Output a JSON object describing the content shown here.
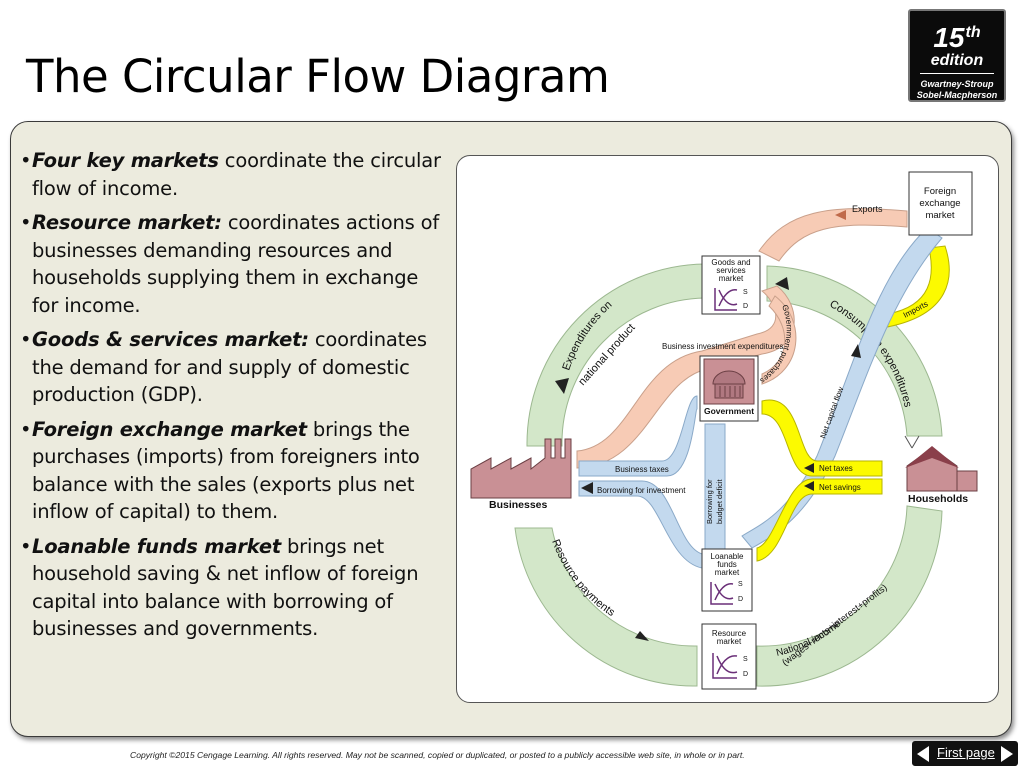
{
  "slide": {
    "title": "The Circular Flow Diagram"
  },
  "badge": {
    "edition_number": "15",
    "edition_suffix": "th",
    "edition_word": "edition",
    "authors_line1": "Gwartney-Stroup",
    "authors_line2": "Sobel-Macpherson"
  },
  "bullets": [
    {
      "term": "Four key markets",
      "rest": " coordinate the circular flow of income."
    },
    {
      "term": "Resource market:",
      "rest": " coordinates actions of businesses demanding resources and households supplying them in exchange for income."
    },
    {
      "term": "Goods & services market:",
      "rest": " coordinates the demand for and supply of domestic production (GDP)."
    },
    {
      "term": "Foreign exchange market",
      "rest": " brings the purchases (imports) from foreigners into balance with the sales (exports plus net inflow of capital) to them."
    },
    {
      "term": "Loanable funds market",
      "rest": " brings net household saving & net inflow of foreign capital into balance with borrowing of businesses and governments."
    }
  ],
  "diagram": {
    "nodes": {
      "goods_market": [
        "Goods and",
        "services",
        "market"
      ],
      "foreign_exchange": [
        "Foreign",
        "exchange",
        "market"
      ],
      "government": "Government",
      "businesses": "Businesses",
      "households": "Households",
      "loanable_funds": [
        "Loanable",
        "funds",
        "market"
      ],
      "resource_market": [
        "Resource",
        "market"
      ],
      "supply_mark": "S",
      "demand_mark": "D"
    },
    "flows": {
      "exports": "Exports",
      "imports": "Imports",
      "expenditures_1": "Expenditures on",
      "expenditures_2": "national product",
      "consumption": "Consumption expenditures",
      "business_investment": "Business investment expenditures",
      "government_purchases": "Government purchases",
      "business_taxes": "Business taxes",
      "borrowing_investment": "Borrowing for investment",
      "borrowing_budget_1": "Borrowing for",
      "borrowing_budget_2": "budget deficit",
      "net_capital_flow": "Net capital flow",
      "net_taxes": "Net taxes",
      "net_savings": "Net savings",
      "resource_payments": "Resource payments",
      "national_income_1": "National income",
      "national_income_2": "(wages+rents+interest+profits)"
    },
    "colors": {
      "green": "#d3e7c9",
      "salmon": "#f7cbb5",
      "blue": "#c3d9ee",
      "yellow": "#fcfa00",
      "building": "#c99095"
    }
  },
  "footer": {
    "copyright": "Copyright ©2015 Cengage Learning. All rights reserved. May not be scanned, copied or duplicated, or posted to a publicly accessible web site, in whole or in part.",
    "nav_label": "First page"
  }
}
